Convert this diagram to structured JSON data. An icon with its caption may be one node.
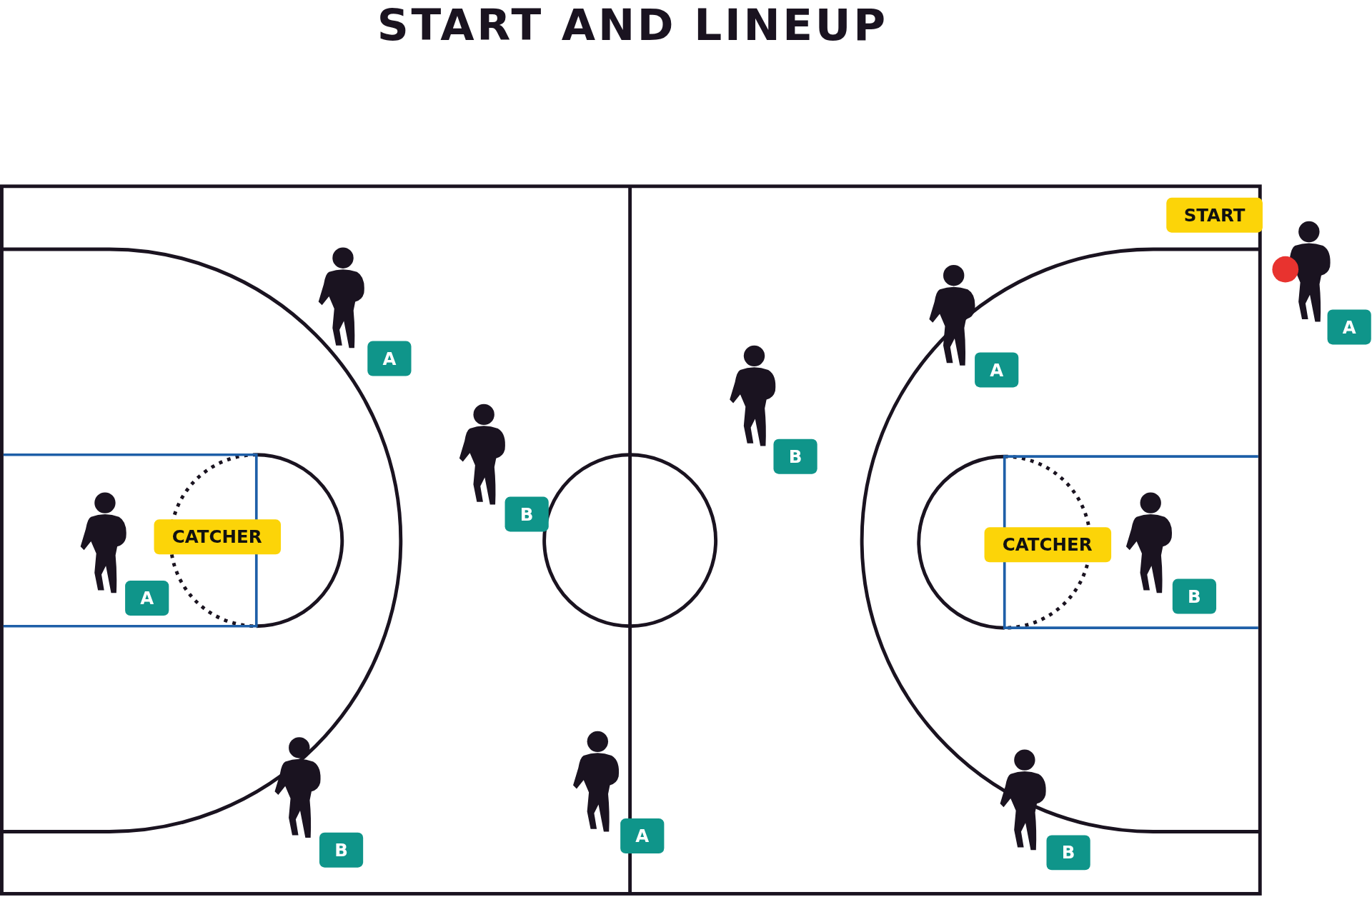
{
  "diagram": {
    "title": "START AND LINEUP",
    "nodes": [
      {
        "text": [
          "START"
        ]
      },
      {
        "text": [
          "A"
        ]
      },
      {
        "text": [
          "A"
        ]
      },
      {
        "text": [
          "A"
        ]
      },
      {
        "text": [
          "B"
        ]
      },
      {
        "text": [
          "B"
        ]
      },
      {
        "text": [
          "CATCHER"
        ]
      },
      {
        "text": [
          "CATCHER"
        ]
      },
      {
        "text": [
          "B"
        ]
      },
      {
        "text": [
          "A"
        ]
      },
      {
        "text": [
          "A"
        ]
      },
      {
        "text": [
          "B"
        ]
      },
      {
        "text": [
          "B"
        ]
      }
    ]
  }
}
